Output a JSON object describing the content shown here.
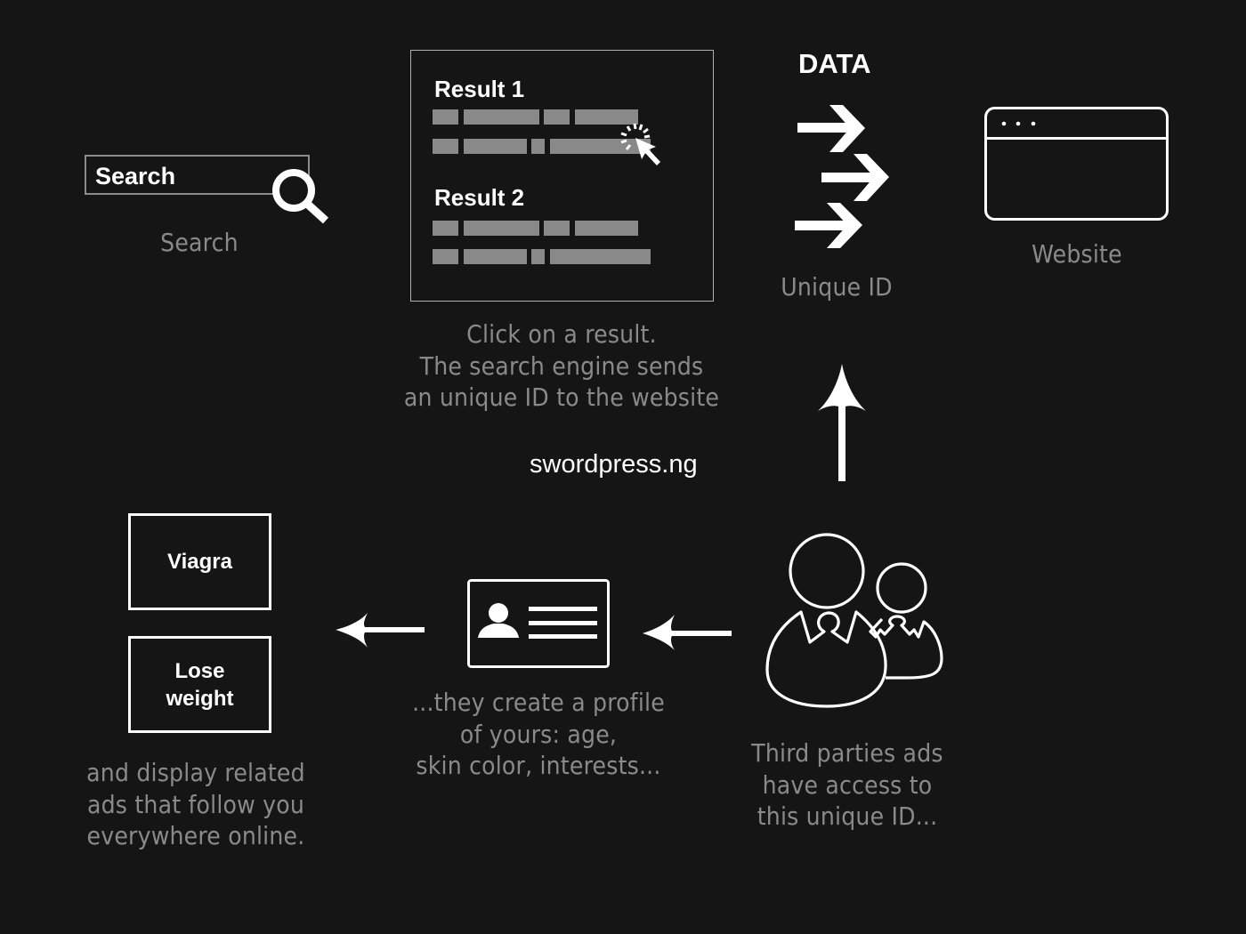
{
  "colors": {
    "background": "#151515",
    "foreground": "#ffffff",
    "caption": "#8a8a8a",
    "placeholder_bar": "#898989",
    "card_border": "#b0b0b0"
  },
  "search": {
    "input_value": "Search",
    "icon": "search-icon",
    "caption": "Search"
  },
  "results": {
    "items": [
      {
        "title": "Result 1"
      },
      {
        "title": "Result 2"
      }
    ],
    "cursor_icon": "click-cursor-icon",
    "caption": "Click on a result.\nThe search engine sends\nan unique ID to the website"
  },
  "data_transfer": {
    "title": "DATA",
    "icon": "triple-arrow-right-icon",
    "caption": "Unique ID"
  },
  "website": {
    "icon": "browser-window-icon",
    "caption": "Website"
  },
  "source": {
    "text": "swordpress.ng"
  },
  "third_parties": {
    "icon": "users-icon",
    "caption": "Third parties ads\nhave access to\nthis unique ID..."
  },
  "profile": {
    "icon": "id-card-icon",
    "caption": "...they create a profile\nof yours: age,\nskin color, interests..."
  },
  "ads": {
    "items": [
      {
        "label": "Viagra"
      },
      {
        "label": "Lose\nweight"
      }
    ],
    "caption": "and display related\nads that follow you\neverywhere online."
  },
  "flow": {
    "arrows": [
      {
        "name": "arrow-up",
        "direction": "up",
        "from": "third_parties",
        "to": "data_transfer"
      },
      {
        "name": "arrow-left-1",
        "direction": "left",
        "from": "third_parties",
        "to": "profile"
      },
      {
        "name": "arrow-left-2",
        "direction": "left",
        "from": "profile",
        "to": "ads"
      }
    ]
  }
}
